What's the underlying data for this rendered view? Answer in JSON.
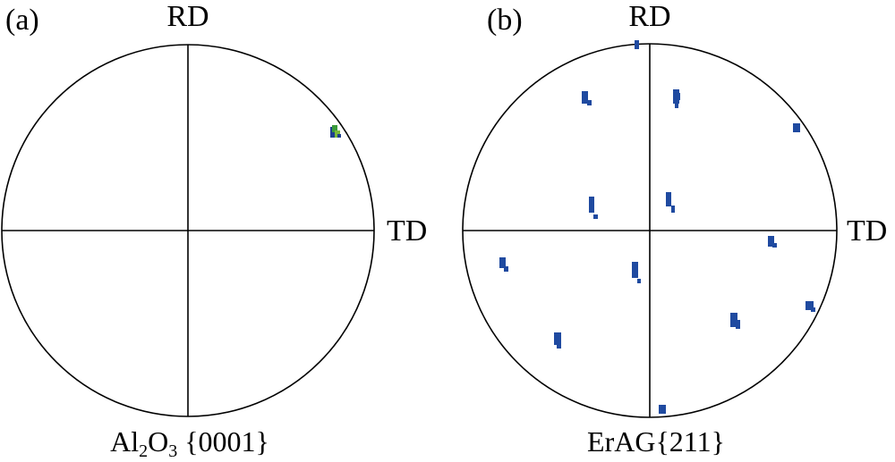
{
  "panels": [
    {
      "label": "(a)",
      "rd_label": "RD",
      "td_label": "TD",
      "caption": {
        "p1": "Al",
        "s1": "2",
        "p2": "O",
        "s2": "3",
        "p3": " {0001}"
      },
      "pole_color": "#2f7a2a",
      "pole_outline": "#1f3f8f"
    },
    {
      "label": "(b)",
      "rd_label": "RD",
      "td_label": "TD",
      "caption": {
        "p1": "ErAG{211}"
      },
      "pole_color": "#1f4aa0",
      "pole_outline": "#1f4aa0"
    }
  ]
}
